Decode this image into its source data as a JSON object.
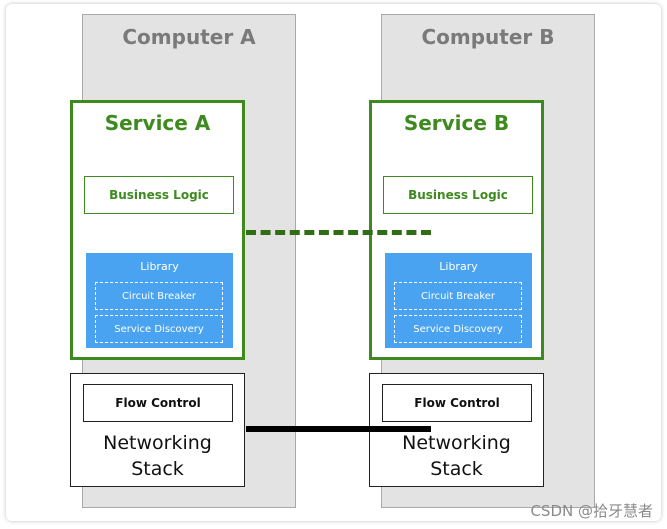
{
  "computers": [
    {
      "title": "Computer A",
      "service": {
        "title": "Service A",
        "business_logic": "Business Logic",
        "library": {
          "title": "Library",
          "items": [
            "Circuit Breaker",
            "Service Discovery"
          ]
        }
      },
      "network": {
        "flow_control": "Flow Control",
        "stack_line1": "Networking",
        "stack_line2": "Stack"
      }
    },
    {
      "title": "Computer B",
      "service": {
        "title": "Service B",
        "business_logic": "Business Logic",
        "library": {
          "title": "Library",
          "items": [
            "Circuit Breaker",
            "Service Discovery"
          ]
        }
      },
      "network": {
        "flow_control": "Flow Control",
        "stack_line1": "Networking",
        "stack_line2": "Stack"
      }
    }
  ],
  "watermark": "CSDN @拾牙慧者",
  "colors": {
    "service_green": "#3e8a1e",
    "library_blue": "#4aa3f0",
    "computer_bg": "#e3e3e3"
  }
}
